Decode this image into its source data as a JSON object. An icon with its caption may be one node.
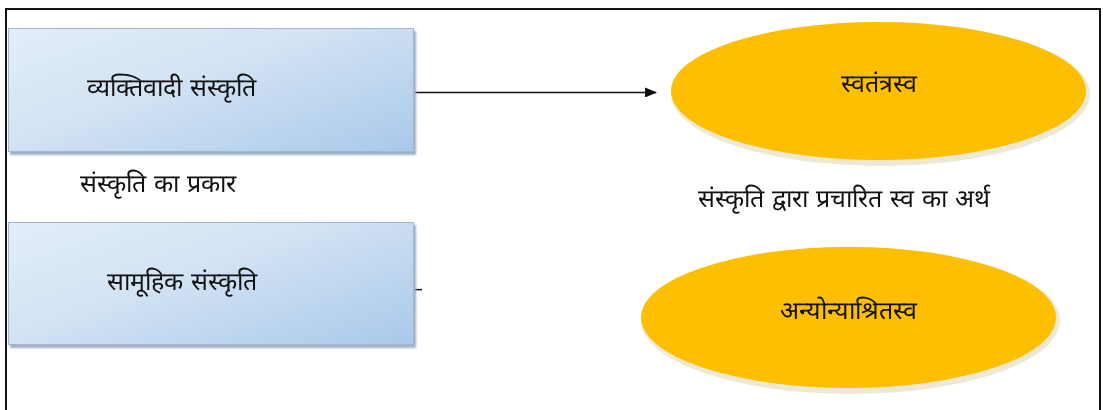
{
  "diagram": {
    "nodes": [
      {
        "text": [
          "व्यक्तिवादी संस्कृति"
        ]
      },
      {
        "text": [
          "सामूहिक संस्कृति"
        ]
      },
      {
        "text": [
          "स्वतंत्रस्व"
        ]
      },
      {
        "text": [
          "अन्योन्याश्रितस्व"
        ]
      }
    ],
    "edges": [
      {
        "from": 0,
        "to": 2,
        "arrow": "to"
      },
      {
        "from": 1,
        "to": null,
        "arrow": "none"
      }
    ],
    "labels": [
      "संस्कृति का प्रकार",
      "संस्कृति द्वारा प्रचारित स्व का अर्थ"
    ]
  }
}
